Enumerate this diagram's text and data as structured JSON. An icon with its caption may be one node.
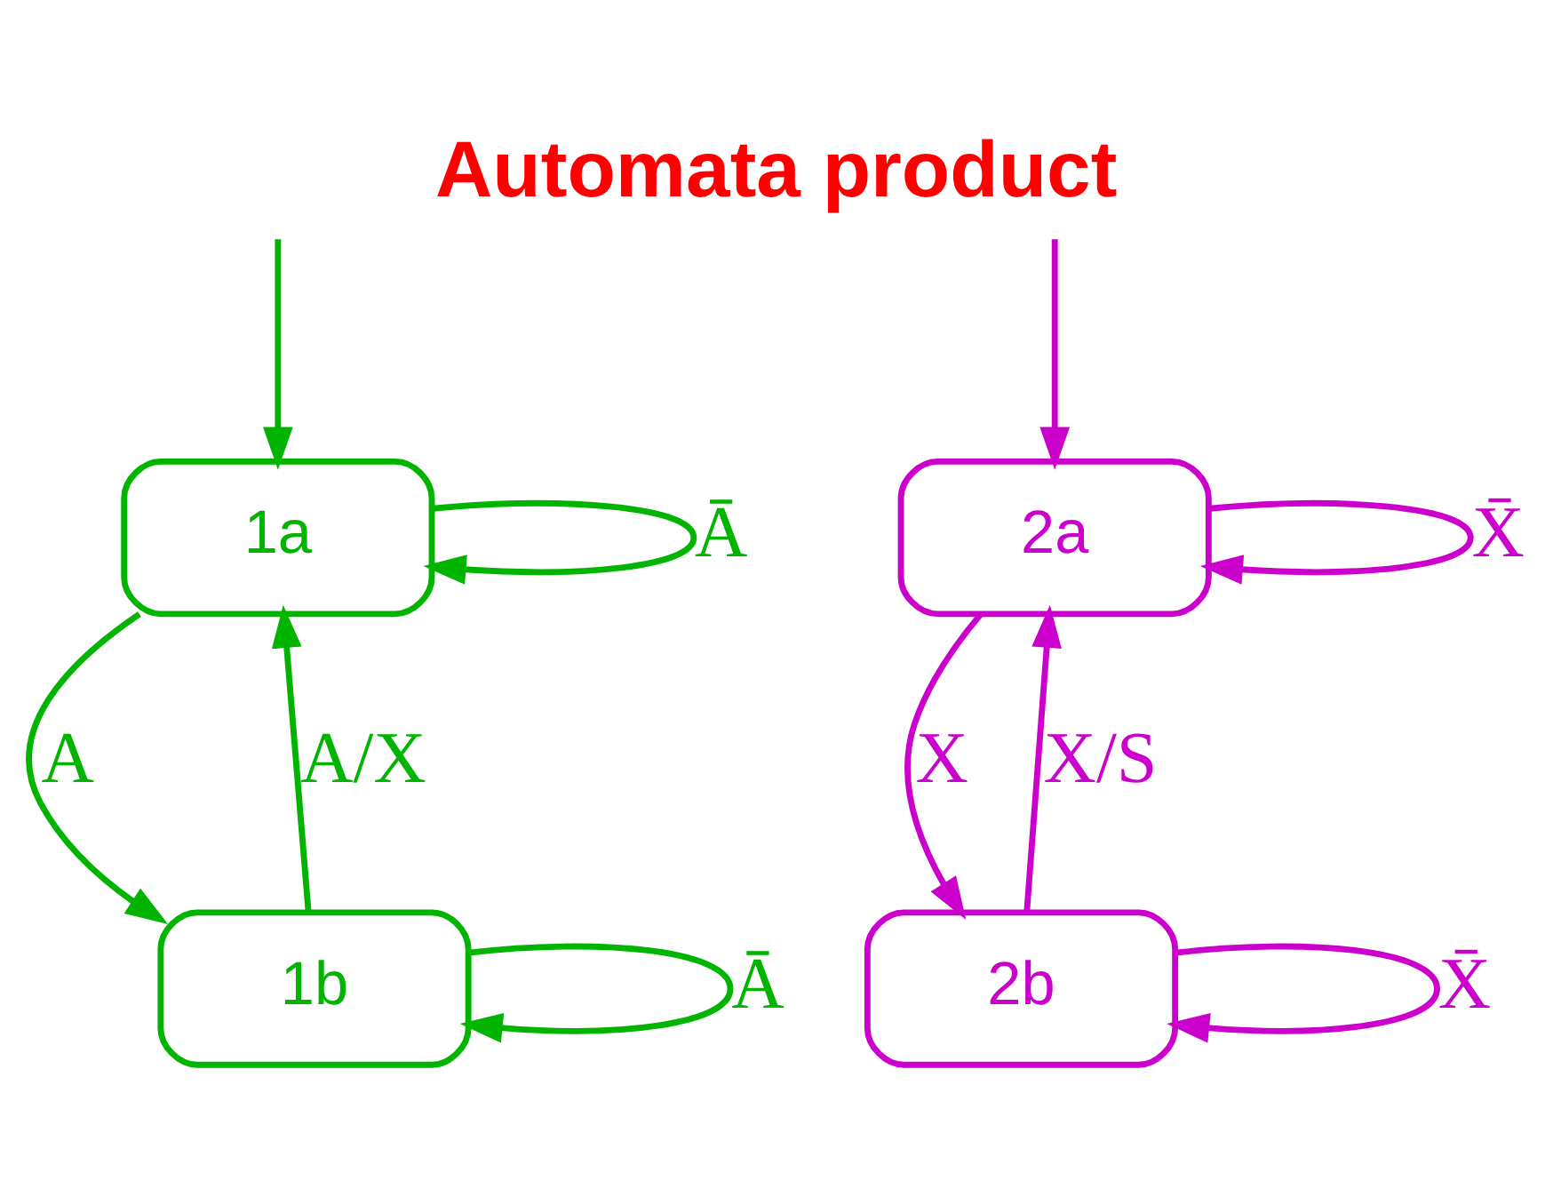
{
  "diagram": {
    "title": "Automata product",
    "nodes": [
      {
        "text": [
          "1a"
        ]
      },
      {
        "text": [
          "1b"
        ]
      },
      {
        "text": [
          "2a"
        ]
      },
      {
        "text": [
          "2b"
        ]
      }
    ],
    "edges": [
      {
        "from": null,
        "to": 0,
        "arrow": "to",
        "color": "#00b400"
      },
      {
        "from": 0,
        "to": 0,
        "arrow": "to",
        "label": "Ā",
        "color": "#00b400"
      },
      {
        "from": 0,
        "to": 1,
        "arrow": "to",
        "label": "A",
        "color": "#00b400"
      },
      {
        "from": 1,
        "to": 0,
        "arrow": "to",
        "label": "A/X",
        "color": "#00b400"
      },
      {
        "from": 1,
        "to": 1,
        "arrow": "to",
        "label": "Ā",
        "color": "#00b400"
      },
      {
        "from": null,
        "to": 2,
        "arrow": "to",
        "color": "#cc00cc"
      },
      {
        "from": 2,
        "to": 2,
        "arrow": "to",
        "label": "X̄",
        "color": "#cc00cc"
      },
      {
        "from": 2,
        "to": 3,
        "arrow": "to",
        "label": "X",
        "color": "#cc00cc"
      },
      {
        "from": 3,
        "to": 2,
        "arrow": "to",
        "label": "X/S",
        "color": "#cc00cc"
      },
      {
        "from": 3,
        "to": 3,
        "arrow": "to",
        "label": "X̄",
        "color": "#cc00cc"
      }
    ]
  }
}
